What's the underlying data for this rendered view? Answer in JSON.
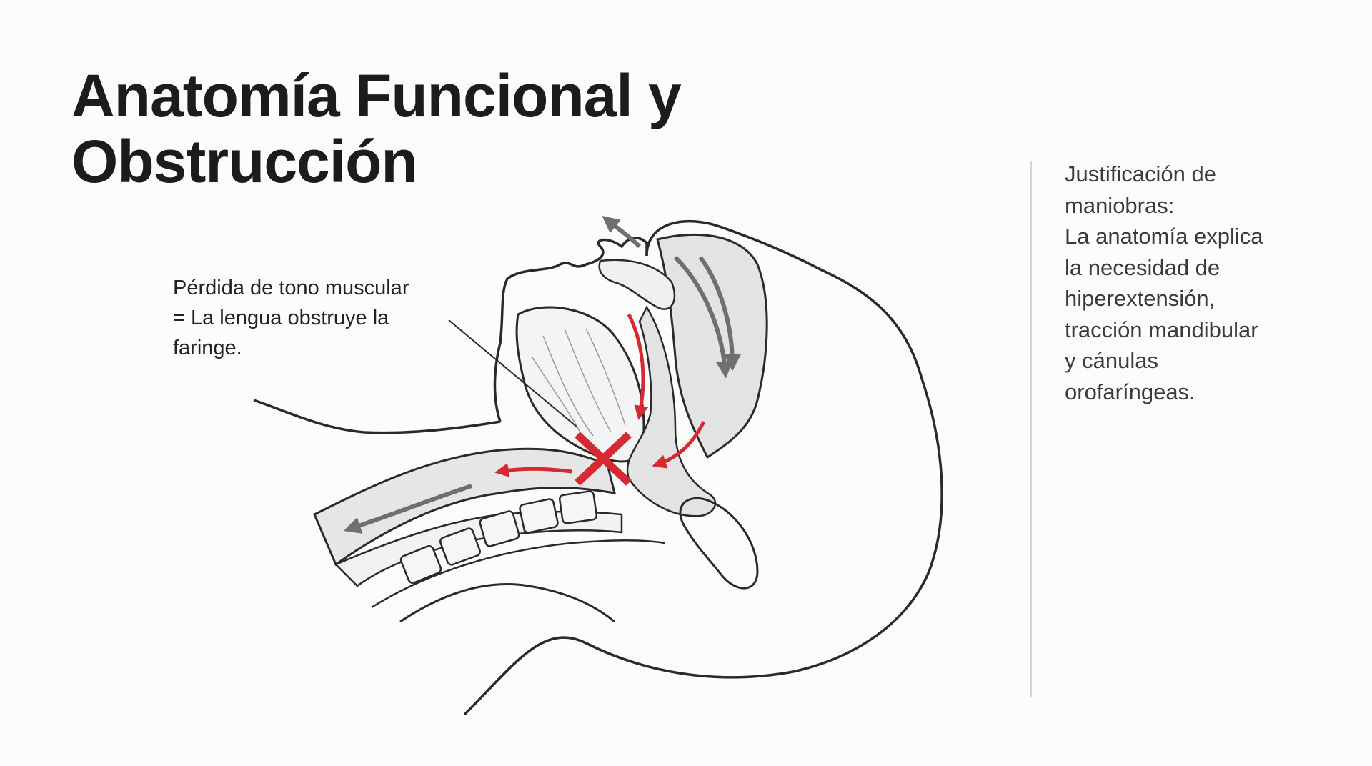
{
  "slide": {
    "title_lines": [
      "Anatomía Funcional y",
      "Obstrucción"
    ],
    "callout_lines": [
      "Pérdida de tono muscular",
      "= La lengua obstruye la",
      "faringe."
    ],
    "side_lines": [
      "Justificación de",
      "maniobras:",
      "La anatomía explica",
      "la necesidad de",
      "hiperextensión,",
      "tracción mandibular",
      "y cánulas",
      "orofaríngeas."
    ]
  },
  "icons": {
    "obstruction_marker": "red-x-icon"
  },
  "colors": {
    "background": "#fcfcfb",
    "title": "#1c1c1c",
    "side_text": "#3a3a3a",
    "airway_fill": "#e3e3e3",
    "airflow_arrow": "#6f6f6f",
    "obstruction_arrow": "#d62a32",
    "outline": "#2a2a2a"
  }
}
